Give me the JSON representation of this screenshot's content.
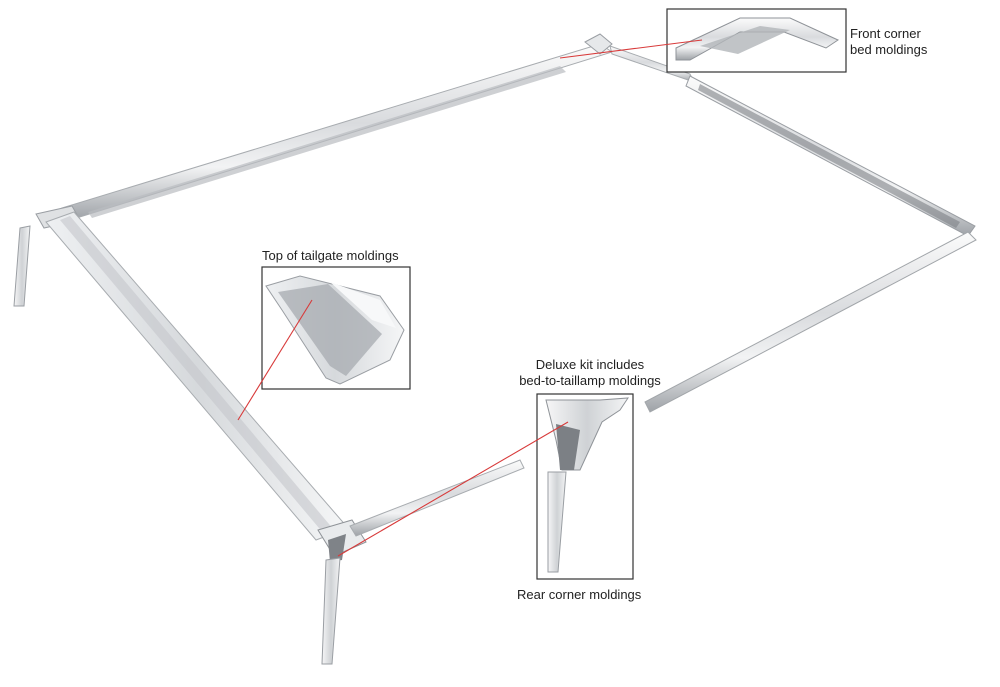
{
  "colors": {
    "leader_line": "#d83a3a",
    "inset_border": "#333333",
    "chrome_light": "#f4f5f6",
    "chrome_mid": "#c9ccd0",
    "chrome_dark": "#8a8e93"
  },
  "callouts": {
    "front_corner": {
      "line1": "Front corner",
      "line2": "bed moldings"
    },
    "tailgate": {
      "text": "Top of tailgate moldings"
    },
    "deluxe": {
      "line1": "Deluxe kit includes",
      "line2": "bed-to-taillamp moldings"
    },
    "rear_corner": {
      "text": "Rear corner moldings"
    }
  }
}
